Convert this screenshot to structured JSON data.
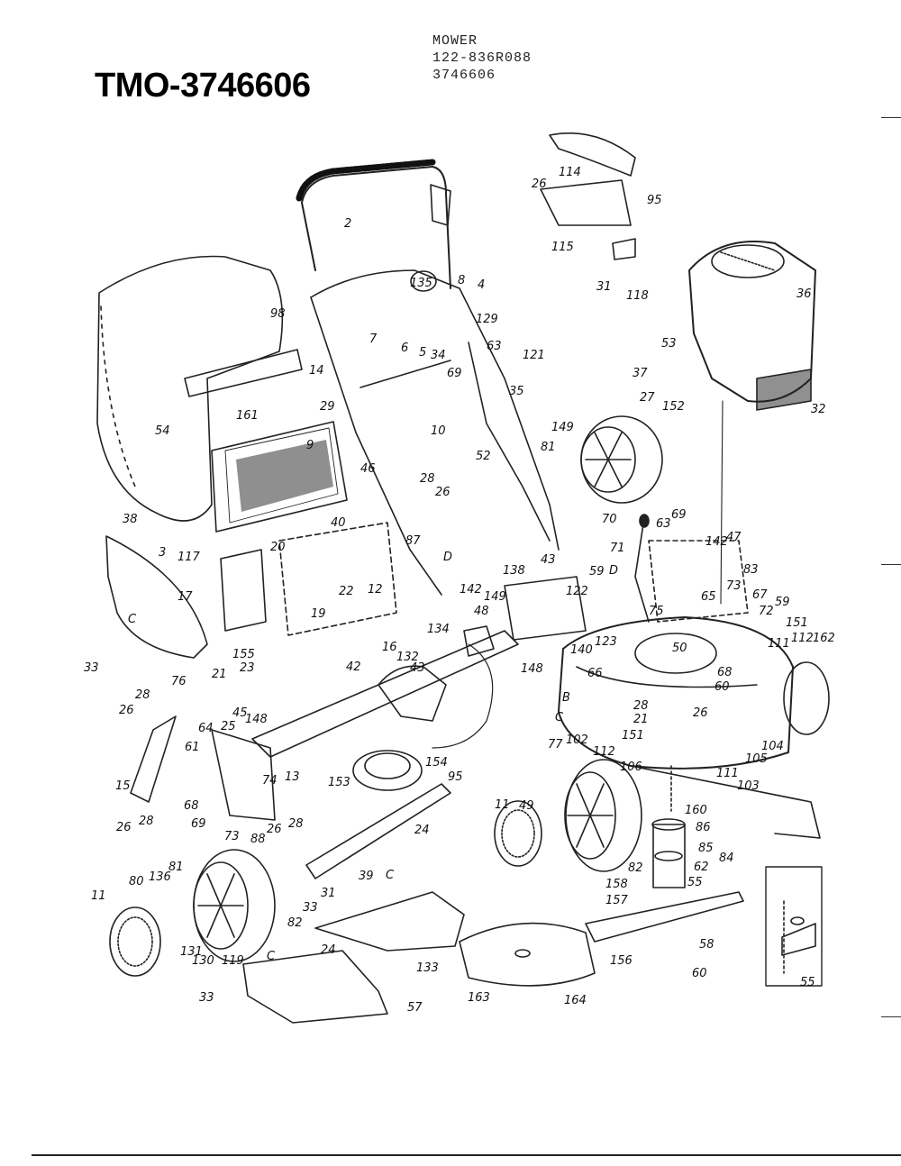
{
  "header": {
    "title": "TMO-3746606",
    "line1": "MOWER",
    "line2": "122-836R088",
    "line3": "3746606"
  },
  "callouts": {
    "c2": "2",
    "c114": "114",
    "c26a": "26",
    "c95a": "95",
    "c115": "115",
    "c31a": "31",
    "c118": "118",
    "c36": "36",
    "c32": "32",
    "c53": "53",
    "c37": "37",
    "c27": "27",
    "c152a": "152",
    "c149a": "149",
    "c81a": "81",
    "c98": "98",
    "c135": "135",
    "c8": "8",
    "c4": "4",
    "c129": "129",
    "c7": "7",
    "c6": "6",
    "c5": "5",
    "c34": "34",
    "c14": "14",
    "c63a": "63",
    "c121": "121",
    "c69a": "69",
    "c35": "35",
    "c52": "52",
    "c10": "10",
    "c29": "29",
    "c9": "9",
    "c161": "161",
    "c54": "54",
    "c46": "46",
    "c28a": "28",
    "c26b": "26",
    "c87": "87",
    "cD1": "D",
    "c40": "40",
    "c20": "20",
    "c22": "22",
    "c12": "12",
    "c19": "19",
    "c38": "38",
    "c3": "3",
    "c117": "117",
    "c17": "17",
    "cC1": "C",
    "c33a": "33",
    "c155": "155",
    "c23": "23",
    "c16": "16",
    "c42": "42",
    "c134": "134",
    "c132": "132",
    "c43a": "43",
    "c142a": "142",
    "c48": "48",
    "c149b": "149",
    "c148a": "148",
    "c138": "138",
    "c43b": "43",
    "c122": "122",
    "c59a": "59",
    "cD2": "D",
    "c71": "71",
    "c70": "70",
    "c63b": "63",
    "c69b": "69",
    "c142b": "142",
    "c47": "47",
    "c83": "83",
    "c73a": "73",
    "c67": "67",
    "c75": "75",
    "c65": "65",
    "c59b": "59",
    "c72": "72",
    "c151a": "151",
    "c111a": "111",
    "c112a": "112",
    "c162": "162",
    "c140": "140",
    "c123": "123",
    "c50": "50",
    "c68a": "68",
    "c66": "66",
    "c60a": "60",
    "cB": "B",
    "c28b": "28",
    "c21a": "21",
    "c26c": "26",
    "cC2": "C",
    "c77": "77",
    "c102": "102",
    "c151b": "151",
    "c112b": "112",
    "c105": "105",
    "c104": "104",
    "c111b": "111",
    "c103": "103",
    "c76": "76",
    "c21b": "21",
    "c28c": "28",
    "c26d": "26",
    "c15": "15",
    "c64": "64",
    "c25": "25",
    "c45": "45",
    "c148b": "148",
    "c61": "61",
    "c13": "13",
    "c74": "74",
    "c68b": "68",
    "c69c": "69",
    "c73b": "73",
    "c26e": "26",
    "c28d": "28",
    "c26f": "26",
    "c28e": "28",
    "c88": "88",
    "c153": "153",
    "c154": "154",
    "c95b": "95",
    "c106": "106",
    "c160": "160",
    "c86": "86",
    "c85": "85",
    "c84": "84",
    "c62": "62",
    "c55a": "55",
    "c158": "158",
    "c157": "157",
    "c11a": "11",
    "c49": "49",
    "c82a": "82",
    "c39": "39",
    "c24a": "24",
    "cC3": "C",
    "c31b": "31",
    "c33b": "33",
    "c24b": "24",
    "c133": "133",
    "c80": "80",
    "c136": "136",
    "c81b": "81",
    "c11b": "11",
    "c131": "131",
    "c130": "130",
    "c119": "119",
    "c82b": "82",
    "cC4": "C",
    "c33c": "33",
    "c57": "57",
    "c163": "163",
    "c164": "164",
    "c156": "156",
    "c58": "58",
    "c60b": "60",
    "c55b": "55"
  }
}
